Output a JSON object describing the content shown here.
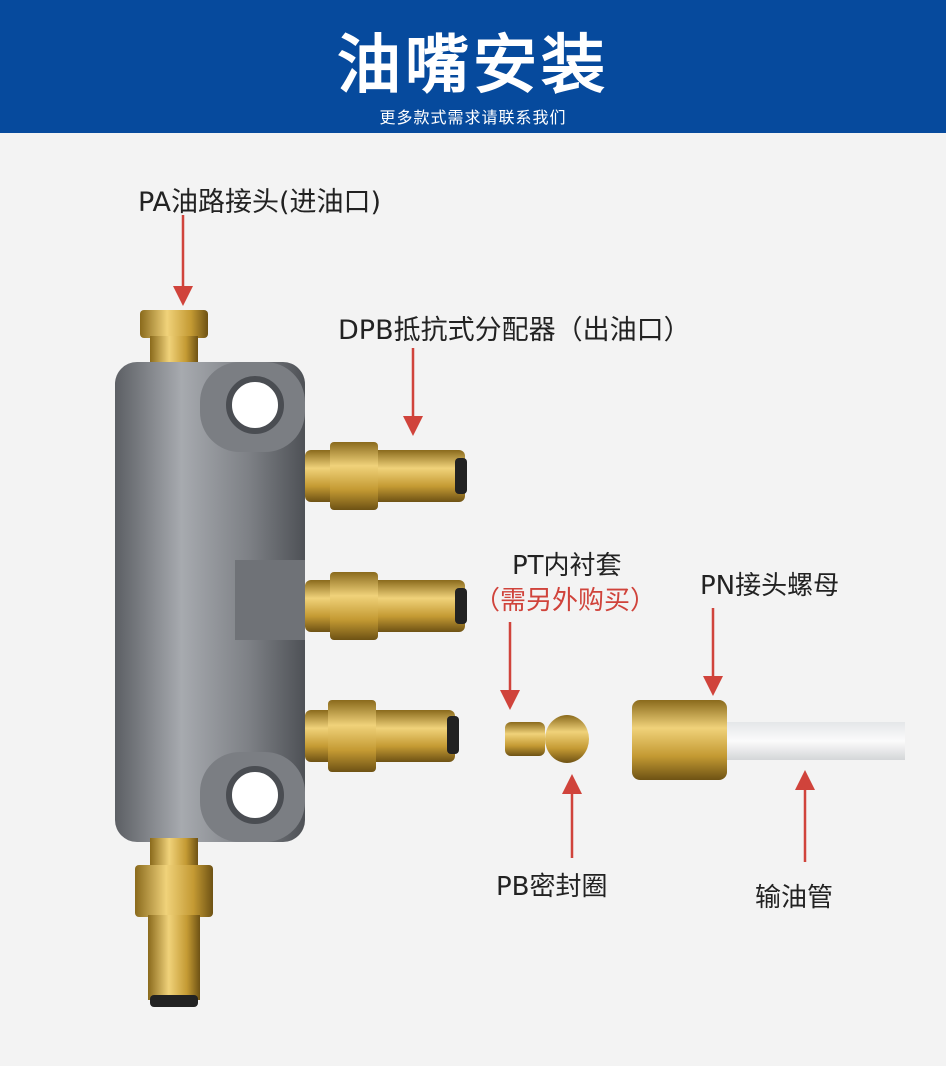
{
  "header": {
    "title": "油嘴安装",
    "subtitle": "更多款式需求请联系我们"
  },
  "labels": {
    "pa": "PA油路接头(进油口)",
    "dpb": "DPB抵抗式分配器（出油口）",
    "pt": "PT内衬套",
    "pt_note": "（需另外购买）",
    "pn": "PN接头螺母",
    "pb": "PB密封圈",
    "tube": "输油管"
  },
  "colors": {
    "header_bg": "#064a9d",
    "arrow": "#d0433b",
    "brass": "#c9a23a",
    "body": "#8a8d92"
  }
}
